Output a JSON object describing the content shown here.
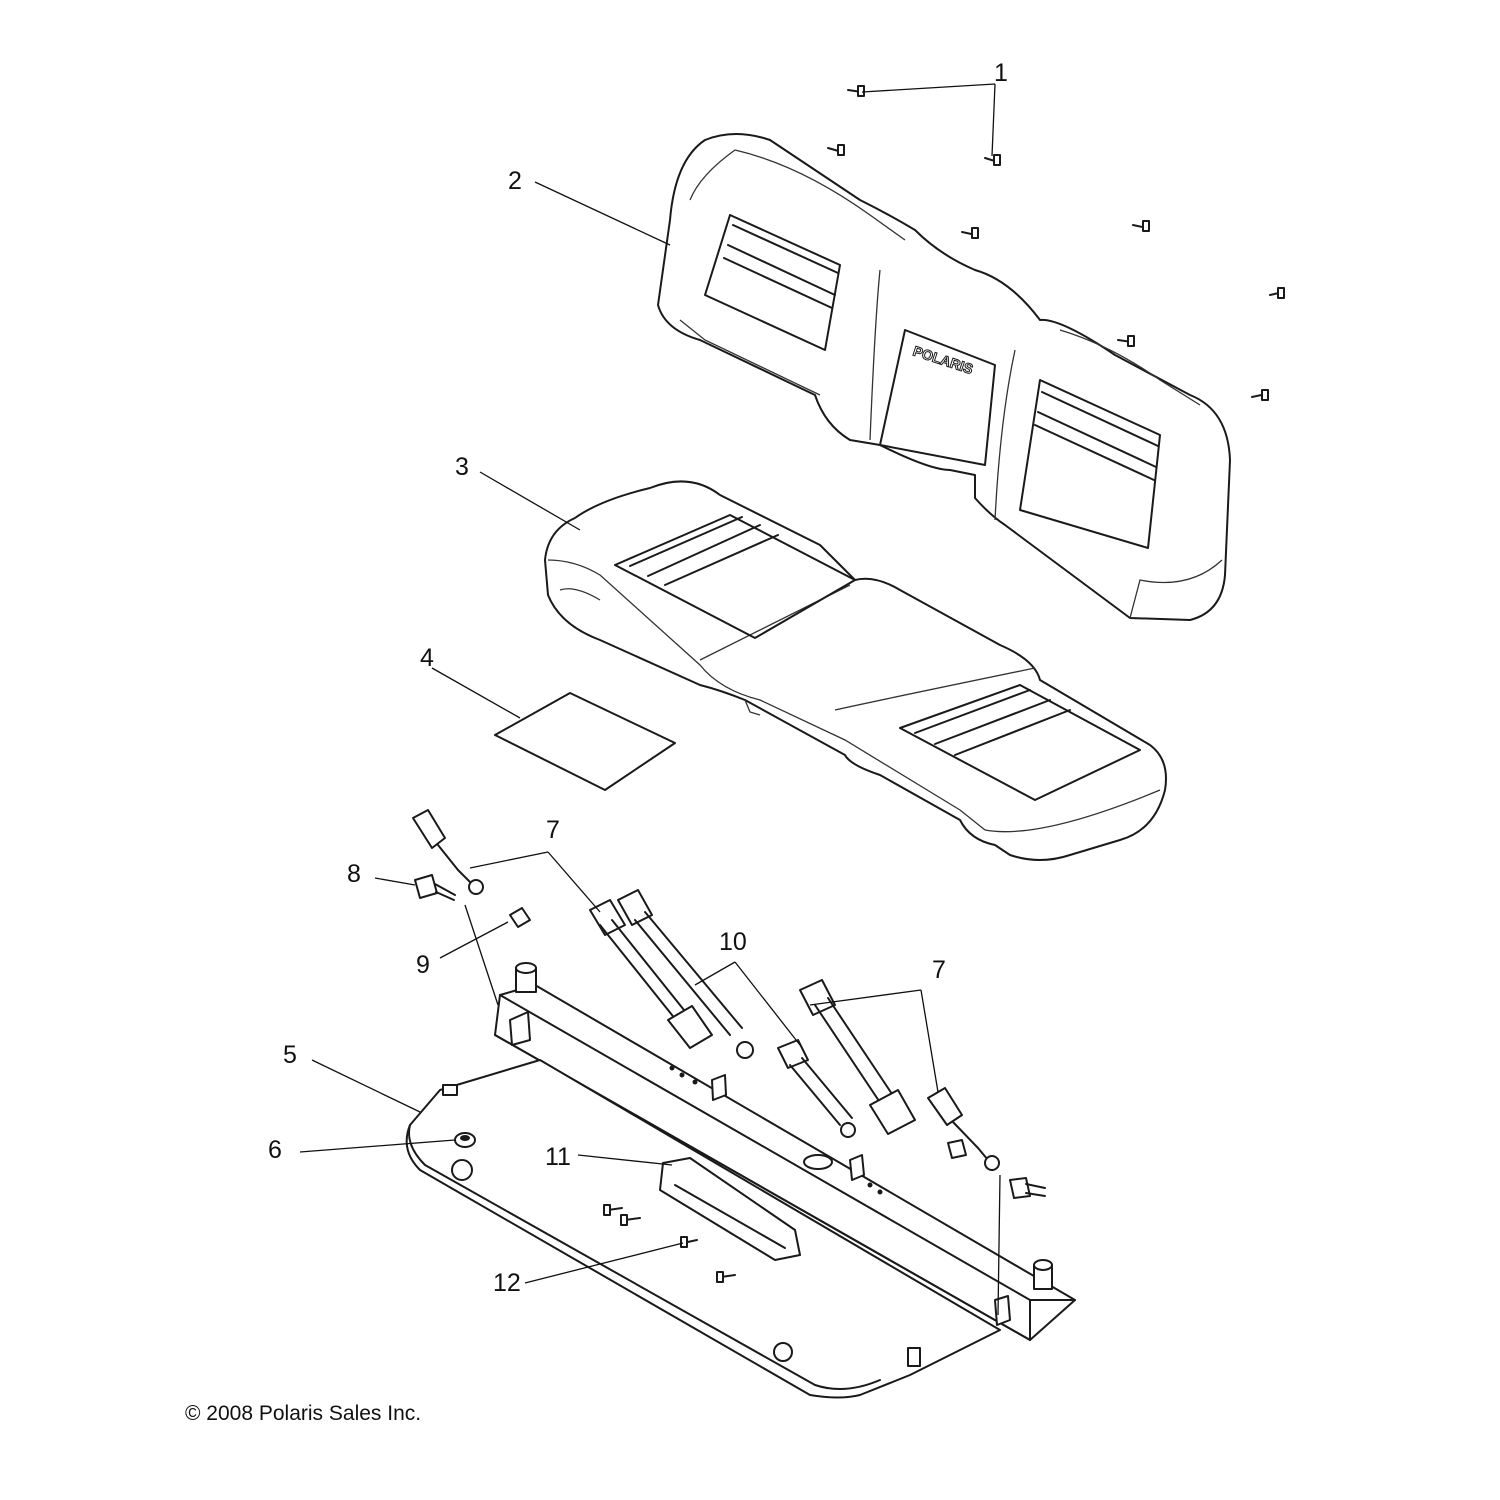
{
  "callouts": {
    "c1": "1",
    "c2": "2",
    "c3": "3",
    "c4": "4",
    "c5": "5",
    "c6": "6",
    "c7a": "7",
    "c7b": "7",
    "c8": "8",
    "c9": "9",
    "c10": "10",
    "c11": "11",
    "c12": "12"
  },
  "seatback_logo": "POLARIS",
  "copyright": "© 2008 Polaris Sales Inc."
}
